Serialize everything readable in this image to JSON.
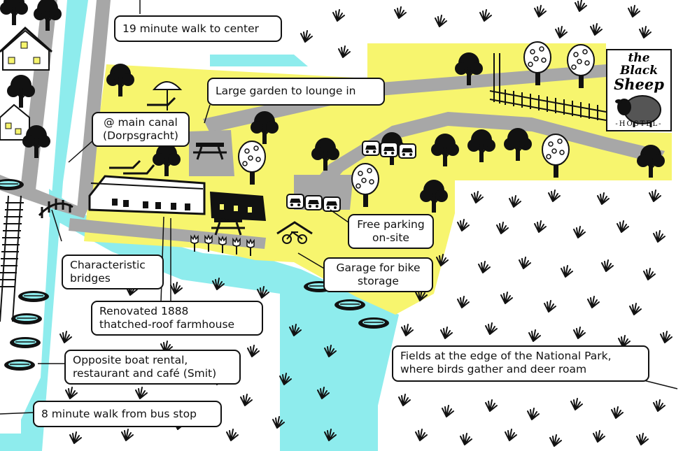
{
  "colors": {
    "yard": "#f7f56e",
    "water": "#8eeced",
    "road": "#a7a7a7",
    "ink": "#111111",
    "background": "#ffffff"
  },
  "labels": {
    "walk_center": "19 minute walk to center",
    "garden": "Large garden to lounge in",
    "canal_line1": "@ main canal",
    "canal_line2": "(Dorpsgracht)",
    "parking_line1": "Free parking",
    "parking_line2": "on-site",
    "garage_line1": "Garage for bike",
    "garage_line2": "storage",
    "bridges_line1": "Characteristic",
    "bridges_line2": "bridges",
    "farmhouse_line1": "Renovated 1888",
    "farmhouse_line2": "thatched-roof farmhouse",
    "boats_line1": "Opposite boat rental,",
    "boats_line2": "restaurant and café (Smit)",
    "bus": "8 minute walk from bus stop",
    "fields_line1": "Fields at the edge of the National Park,",
    "fields_line2": "where birds gather and deer roam"
  },
  "logo": {
    "line1": "the Black",
    "line2": "Sheep",
    "line3": "-HOSTEL-",
    "icon": "sheep-icon"
  },
  "icons": [
    "tree-icon",
    "grass-tuft-icon",
    "boat-icon",
    "car-icon",
    "bicycle-icon",
    "picnic-table-icon",
    "parasol-icon",
    "lounge-chair-icon",
    "tulip-icon",
    "bridge-icon",
    "house-icon",
    "fence-icon",
    "railway-icon"
  ]
}
